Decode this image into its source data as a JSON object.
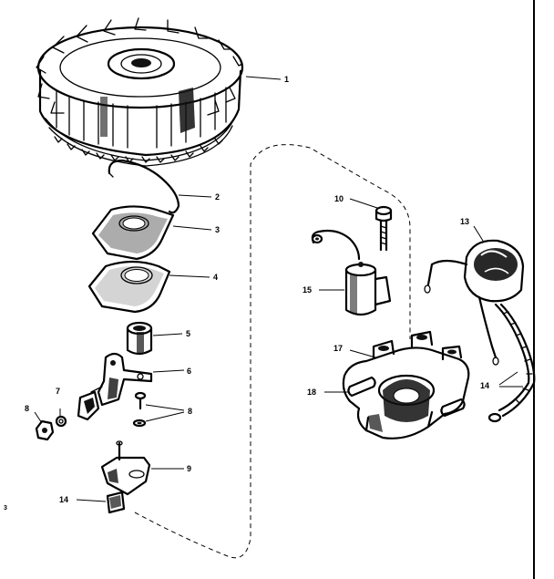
{
  "callouts": {
    "c1": "1",
    "c2": "2",
    "c3": "3",
    "c4": "4",
    "c5": "5",
    "c6": "6",
    "c7": "7",
    "c8a": "8",
    "c8b": "8",
    "c9": "9",
    "c10": "10",
    "c13": "13",
    "c14a": "14",
    "c14b": "14",
    "c15": "15",
    "c17": "17",
    "c18": "18",
    "c3edge": "3"
  },
  "colors": {
    "ink": "#000000",
    "paper": "#ffffff"
  }
}
